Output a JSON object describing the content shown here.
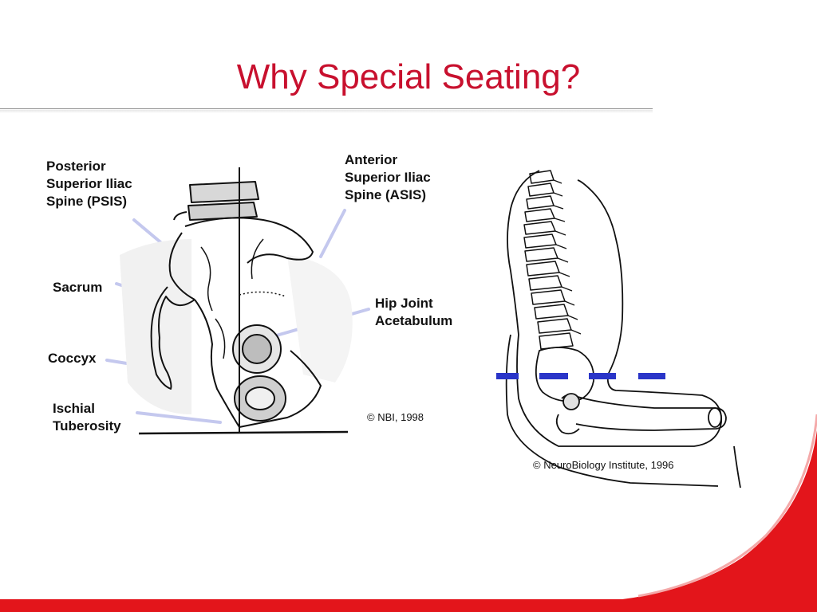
{
  "slide": {
    "title": "Why Special Seating?",
    "pelvis_labels": {
      "psis": [
        "Posterior",
        "Superior Iliac",
        "Spine (PSIS)"
      ],
      "sacrum": "Sacrum",
      "coccyx": "Coccyx",
      "ischial": [
        "Ischial",
        "Tuberosity"
      ],
      "asis": [
        "Anterior",
        "Superior Iliac",
        "Spine (ASIS)"
      ],
      "hip": [
        "Hip Joint",
        "Acetabulum"
      ]
    },
    "copyright_left": "© NBI, 1998",
    "copyright_right": "© NeuroBiology Institute, 1996"
  },
  "colors": {
    "title": "#c8102e",
    "pointer_lines": "#c4c8ee",
    "dashed_line": "#2a35c8",
    "accent_red": "#e3151b"
  }
}
